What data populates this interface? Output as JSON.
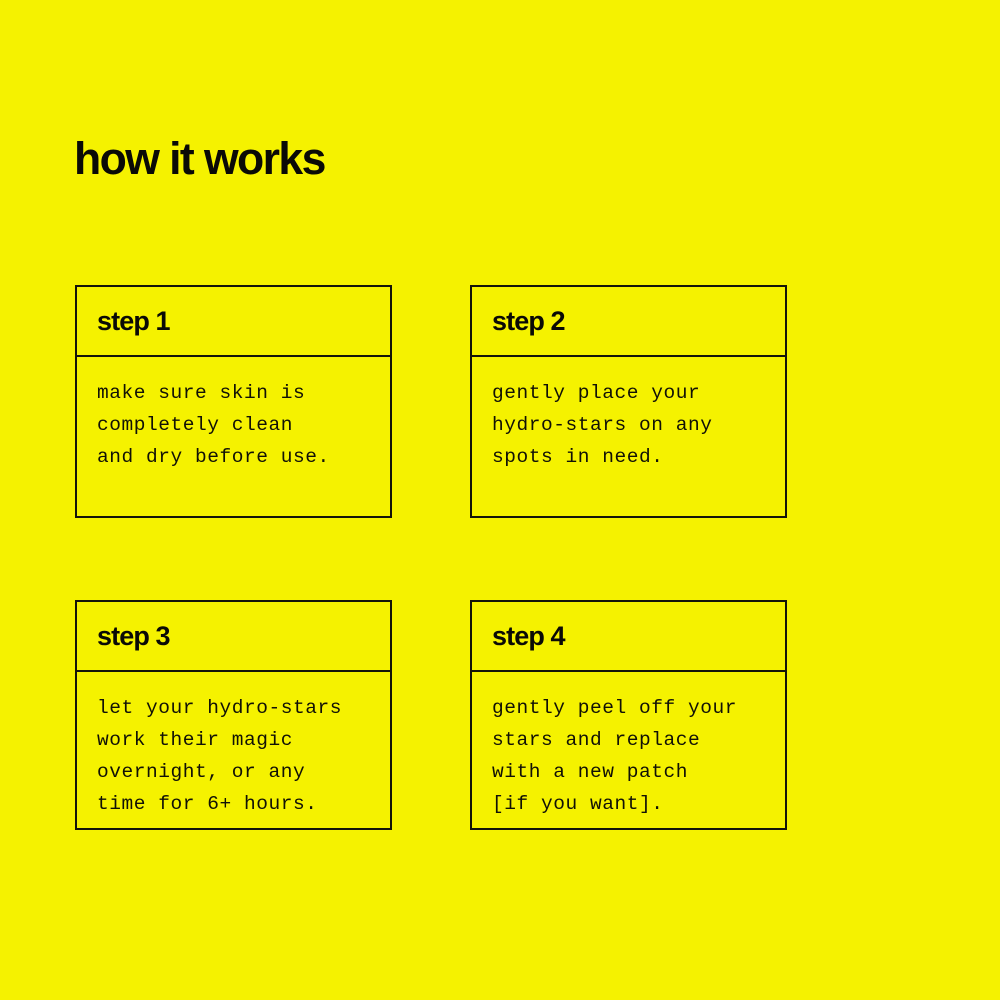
{
  "page": {
    "title": "how it works",
    "background_color": "#f5f200",
    "text_color": "#0a0a06"
  },
  "cards": [
    {
      "title": "step 1",
      "body": "make sure skin is\ncompletely clean\nand dry before use."
    },
    {
      "title": "step 2",
      "body": "gently place your\nhydro-stars on any\nspots in need."
    },
    {
      "title": "step 3",
      "body": "let your hydro-stars\nwork their magic\novernight, or any\ntime for 6+ hours."
    },
    {
      "title": "step 4",
      "body": "gently peel off your\nstars and replace\nwith a new patch\n[if you want]."
    }
  ]
}
